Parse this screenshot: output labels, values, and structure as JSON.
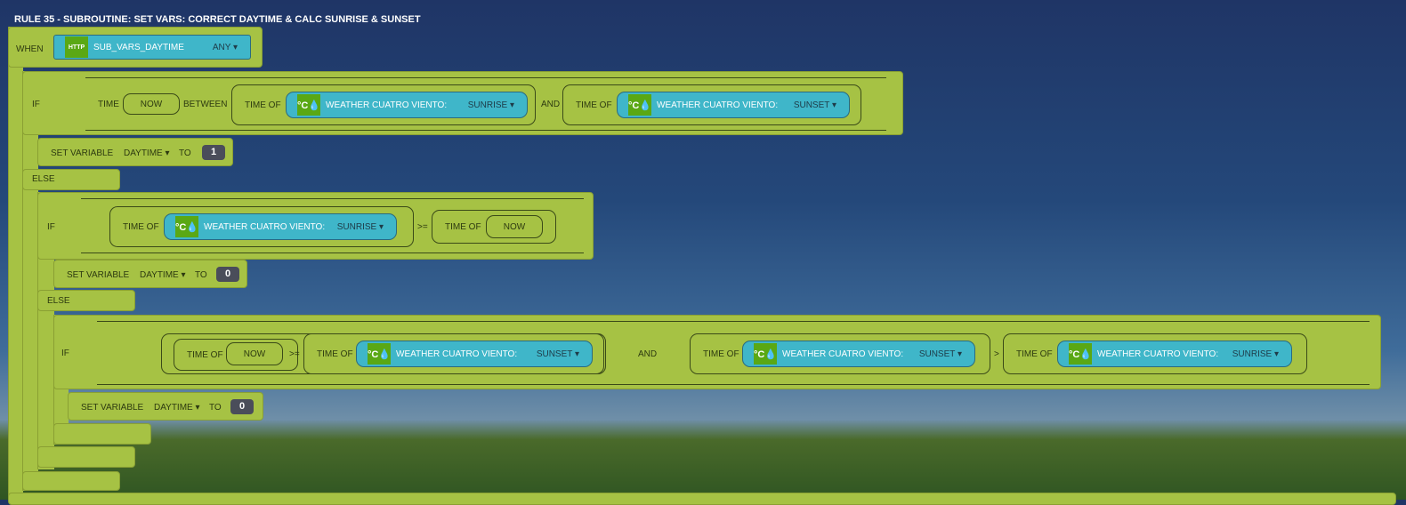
{
  "title": "RULE 35 - SUBROUTINE: SET VARS: CORRECT DAYTIME & CALC SUNRISE & SUNSET",
  "when": {
    "label": "WHEN",
    "trigger": "SUB_VARS_DAYTIME",
    "trigger_icon": "HTTP",
    "mode": "ANY ▾"
  },
  "kw": {
    "if": "IF",
    "else": "ELSE",
    "time": "TIME",
    "now": "NOW",
    "between": "BETWEEN",
    "time_of": "TIME OF",
    "and": "AND",
    "gte": ">=",
    "gt": ">",
    "set_variable": "SET VARIABLE",
    "to": "TO",
    "variable": "DAYTIME ▾"
  },
  "device": {
    "name": "WEATHER CUATRO VIENTO:",
    "icon": "°C💧",
    "sunrise": "SUNRISE ▾",
    "sunset": "SUNSET ▾"
  },
  "values": {
    "first": "1",
    "second": "0",
    "third": "0"
  },
  "colors": {
    "block": "#a6c244",
    "sensor": "#3fb6c9",
    "icon": "#5aa814"
  }
}
